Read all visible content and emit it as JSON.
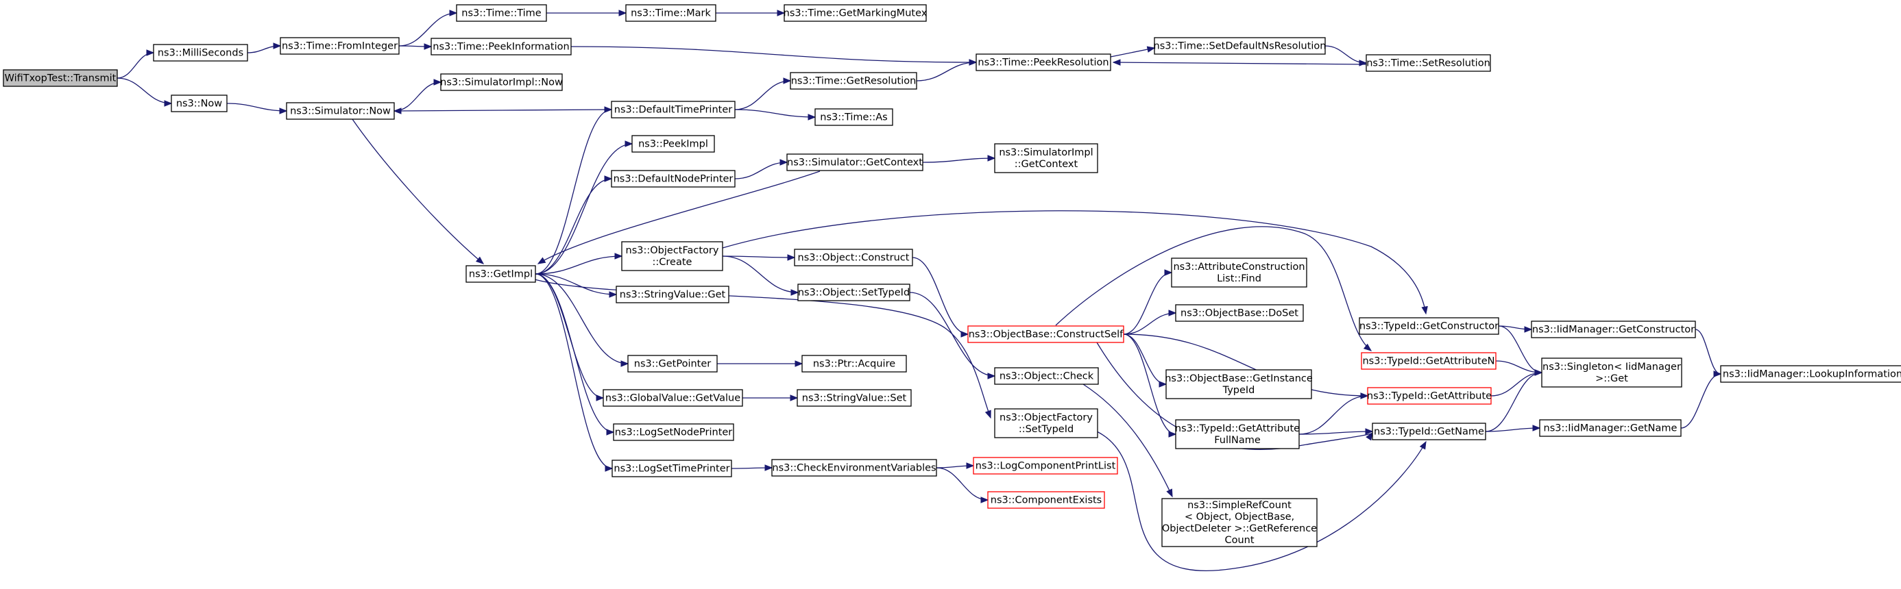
{
  "colors": {
    "edge": "#191970",
    "border": "#000000",
    "truncated_border": "#ff0000",
    "root_fill": "#bfbfbf",
    "fill": "#ffffff"
  },
  "nodes": [
    {
      "id": "root",
      "lines": [
        "WifiTxopTest::Transmit"
      ],
      "root": true
    },
    {
      "id": "millis",
      "lines": [
        "ns3::MilliSeconds"
      ]
    },
    {
      "id": "now",
      "lines": [
        "ns3::Now"
      ]
    },
    {
      "id": "fromint",
      "lines": [
        "ns3::Time::FromInteger"
      ]
    },
    {
      "id": "simnow",
      "lines": [
        "ns3::Simulator::Now"
      ]
    },
    {
      "id": "getimpl",
      "lines": [
        "ns3::GetImpl"
      ]
    },
    {
      "id": "timetime",
      "lines": [
        "ns3::Time::Time"
      ]
    },
    {
      "id": "timemark",
      "lines": [
        "ns3::Time::Mark"
      ]
    },
    {
      "id": "markmutex",
      "lines": [
        "ns3::Time::GetMarkingMutex"
      ]
    },
    {
      "id": "peekinfo",
      "lines": [
        "ns3::Time::PeekInformation"
      ]
    },
    {
      "id": "peekres",
      "lines": [
        "ns3::Time::PeekResolution"
      ]
    },
    {
      "id": "setdefns",
      "lines": [
        "ns3::Time::SetDefaultNsResolution"
      ]
    },
    {
      "id": "setres",
      "lines": [
        "ns3::Time::SetResolution"
      ]
    },
    {
      "id": "simimplnow",
      "lines": [
        "ns3::SimulatorImpl::Now"
      ]
    },
    {
      "id": "deftimepr",
      "lines": [
        "ns3::DefaultTimePrinter"
      ]
    },
    {
      "id": "getresol",
      "lines": [
        "ns3::Time::GetResolution"
      ]
    },
    {
      "id": "timeas",
      "lines": [
        "ns3::Time::As"
      ]
    },
    {
      "id": "peekimpl",
      "lines": [
        "ns3::PeekImpl"
      ]
    },
    {
      "id": "defnodepr",
      "lines": [
        "ns3::DefaultNodePrinter"
      ]
    },
    {
      "id": "simgetctx",
      "lines": [
        "ns3::Simulator::GetContext"
      ]
    },
    {
      "id": "simimplctx",
      "lines": [
        "ns3::SimulatorImpl",
        "::GetContext"
      ]
    },
    {
      "id": "objfcreate",
      "lines": [
        "ns3::ObjectFactory",
        "::Create"
      ]
    },
    {
      "id": "objconstruct",
      "lines": [
        "ns3::Object::Construct"
      ]
    },
    {
      "id": "objsettid",
      "lines": [
        "ns3::Object::SetTypeId"
      ]
    },
    {
      "id": "strvalget",
      "lines": [
        "ns3::StringValue::Get"
      ]
    },
    {
      "id": "constructself",
      "lines": [
        "ns3::ObjectBase::ConstructSelf"
      ],
      "truncated": true
    },
    {
      "id": "attrconstr",
      "lines": [
        "ns3::AttributeConstruction",
        "List::Find"
      ]
    },
    {
      "id": "dosetob",
      "lines": [
        "ns3::ObjectBase::DoSet"
      ]
    },
    {
      "id": "getinsttid",
      "lines": [
        "ns3::ObjectBase::GetInstance",
        "TypeId"
      ]
    },
    {
      "id": "tidattrfull",
      "lines": [
        "ns3::TypeId::GetAttribute",
        "FullName"
      ]
    },
    {
      "id": "objcheck",
      "lines": [
        "ns3::Object::Check"
      ]
    },
    {
      "id": "objfsettid",
      "lines": [
        "ns3::ObjectFactory",
        "::SetTypeId"
      ]
    },
    {
      "id": "getpointer",
      "lines": [
        "ns3::GetPointer"
      ]
    },
    {
      "id": "ptracquire",
      "lines": [
        "ns3::Ptr::Acquire"
      ]
    },
    {
      "id": "gvgetvalue",
      "lines": [
        "ns3::GlobalValue::GetValue"
      ]
    },
    {
      "id": "strvalset",
      "lines": [
        "ns3::StringValue::Set"
      ]
    },
    {
      "id": "logsetnode",
      "lines": [
        "ns3::LogSetNodePrinter"
      ]
    },
    {
      "id": "logsettime",
      "lines": [
        "ns3::LogSetTimePrinter"
      ]
    },
    {
      "id": "checkenv",
      "lines": [
        "ns3::CheckEnvironmentVariables"
      ]
    },
    {
      "id": "logcompprint",
      "lines": [
        "ns3::LogComponentPrintList"
      ],
      "truncated": true
    },
    {
      "id": "compexists",
      "lines": [
        "ns3::ComponentExists"
      ],
      "truncated": true
    },
    {
      "id": "simplerefcount",
      "lines": [
        "ns3::SimpleRefCount",
        "< Object, ObjectBase,",
        "ObjectDeleter >::GetReference",
        "Count"
      ]
    },
    {
      "id": "tidgetconstr",
      "lines": [
        "ns3::TypeId::GetConstructor"
      ]
    },
    {
      "id": "tidgetattrn",
      "lines": [
        "ns3::TypeId::GetAttributeN"
      ],
      "truncated": true
    },
    {
      "id": "tidgetattr",
      "lines": [
        "ns3::TypeId::GetAttribute"
      ],
      "truncated": true
    },
    {
      "id": "tidgetname",
      "lines": [
        "ns3::TypeId::GetName"
      ]
    },
    {
      "id": "iidgetconstr",
      "lines": [
        "ns3::IidManager::GetConstructor"
      ]
    },
    {
      "id": "singleton",
      "lines": [
        "ns3::Singleton< IidManager",
        ">::Get"
      ]
    },
    {
      "id": "iidgetname",
      "lines": [
        "ns3::IidManager::GetName"
      ]
    },
    {
      "id": "iidlookup",
      "lines": [
        "ns3::IidManager::LookupInformation"
      ]
    }
  ],
  "edges": [
    [
      "root",
      "millis"
    ],
    [
      "root",
      "now"
    ],
    [
      "millis",
      "fromint"
    ],
    [
      "fromint",
      "timetime"
    ],
    [
      "fromint",
      "peekinfo"
    ],
    [
      "timetime",
      "timemark"
    ],
    [
      "timemark",
      "markmutex"
    ],
    [
      "peekinfo",
      "peekres"
    ],
    [
      "setdefns",
      "setres"
    ],
    [
      "setres",
      "peekres"
    ],
    [
      "peekres",
      "setdefns"
    ],
    [
      "now",
      "simnow"
    ],
    [
      "simnow",
      "simimplnow"
    ],
    [
      "simnow",
      "getimpl"
    ],
    [
      "deftimepr",
      "simnow"
    ],
    [
      "deftimepr",
      "getresol"
    ],
    [
      "deftimepr",
      "timeas"
    ],
    [
      "getresol",
      "peekres"
    ],
    [
      "getimpl",
      "deftimepr"
    ],
    [
      "getimpl",
      "peekimpl"
    ],
    [
      "getimpl",
      "defnodepr"
    ],
    [
      "getimpl",
      "objfcreate"
    ],
    [
      "getimpl",
      "strvalget"
    ],
    [
      "getimpl",
      "getpointer"
    ],
    [
      "getimpl",
      "gvgetvalue"
    ],
    [
      "getimpl",
      "logsetnode"
    ],
    [
      "getimpl",
      "logsettime"
    ],
    [
      "getimpl",
      "objfsettid"
    ],
    [
      "defnodepr",
      "simgetctx"
    ],
    [
      "simgetctx",
      "simimplctx"
    ],
    [
      "simgetctx",
      "getimpl"
    ],
    [
      "objfcreate",
      "objconstruct"
    ],
    [
      "objfcreate",
      "objsettid"
    ],
    [
      "objfcreate",
      "tidgetconstr"
    ],
    [
      "objconstruct",
      "constructself"
    ],
    [
      "objsettid",
      "objcheck"
    ],
    [
      "constructself",
      "attrconstr"
    ],
    [
      "constructself",
      "dosetob"
    ],
    [
      "constructself",
      "getinsttid"
    ],
    [
      "constructself",
      "tidattrfull"
    ],
    [
      "constructself",
      "tidgetattrn"
    ],
    [
      "constructself",
      "tidgetattr"
    ],
    [
      "constructself",
      "tidgetname"
    ],
    [
      "objcheck",
      "simplerefcount"
    ],
    [
      "objfsettid",
      "tidgetname"
    ],
    [
      "getpointer",
      "ptracquire"
    ],
    [
      "gvgetvalue",
      "strvalset"
    ],
    [
      "logsettime",
      "checkenv"
    ],
    [
      "checkenv",
      "logcompprint"
    ],
    [
      "checkenv",
      "compexists"
    ],
    [
      "tidattrfull",
      "tidgetattr"
    ],
    [
      "tidattrfull",
      "tidgetname"
    ],
    [
      "tidgetconstr",
      "iidgetconstr"
    ],
    [
      "tidgetconstr",
      "singleton"
    ],
    [
      "tidgetattrn",
      "singleton"
    ],
    [
      "tidgetattr",
      "singleton"
    ],
    [
      "tidgetname",
      "singleton"
    ],
    [
      "tidgetname",
      "iidgetname"
    ],
    [
      "iidgetconstr",
      "iidlookup"
    ],
    [
      "iidgetname",
      "iidlookup"
    ]
  ]
}
